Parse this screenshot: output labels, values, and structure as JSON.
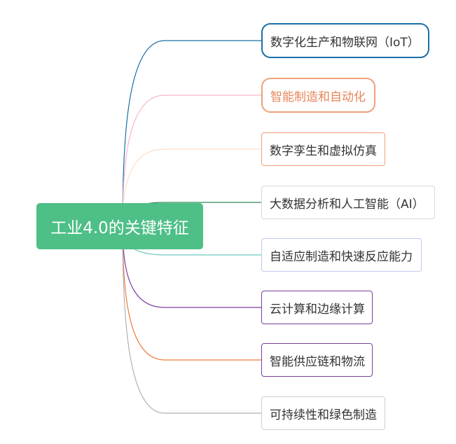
{
  "mindmap": {
    "center": {
      "label": "工业4.0的关键特征",
      "color": "#4dbf87"
    },
    "branches": [
      {
        "label": "数字化生产和物联网（IoT）",
        "color": "#1b6fa8",
        "text_color": "#333333",
        "style": "emphasized"
      },
      {
        "label": "智能制造和自动化",
        "color": "#f0a07a",
        "text_color": "#e8865a",
        "style": "emphasized"
      },
      {
        "label": "数字孪生和虚拟仿真",
        "color": "#f0a07a",
        "text_color": "#333333",
        "style": "normal"
      },
      {
        "label": "大数据分析和人工智能（AI）",
        "color": "#d9d9d9",
        "text_color": "#333333",
        "style": "normal"
      },
      {
        "label": "自适应制造和快速反应能力",
        "color": "#c0c8f0",
        "text_color": "#333333",
        "style": "normal"
      },
      {
        "label": "云计算和边缘计算",
        "color": "#7b3fa0",
        "text_color": "#333333",
        "style": "normal"
      },
      {
        "label": "智能供应链和物流",
        "color": "#7b3fa0",
        "text_color": "#333333",
        "style": "normal"
      },
      {
        "label": "可持续性和绿色制造",
        "color": "#cfcfcf",
        "text_color": "#333333",
        "style": "normal"
      }
    ],
    "connector_colors": [
      "#1b6fa8",
      "#f7b8c8",
      "#fbe0cc",
      "#2e8b57",
      "#6cc7c0",
      "#7b3fa0",
      "#f07a3a",
      "#b0b0b0"
    ]
  }
}
